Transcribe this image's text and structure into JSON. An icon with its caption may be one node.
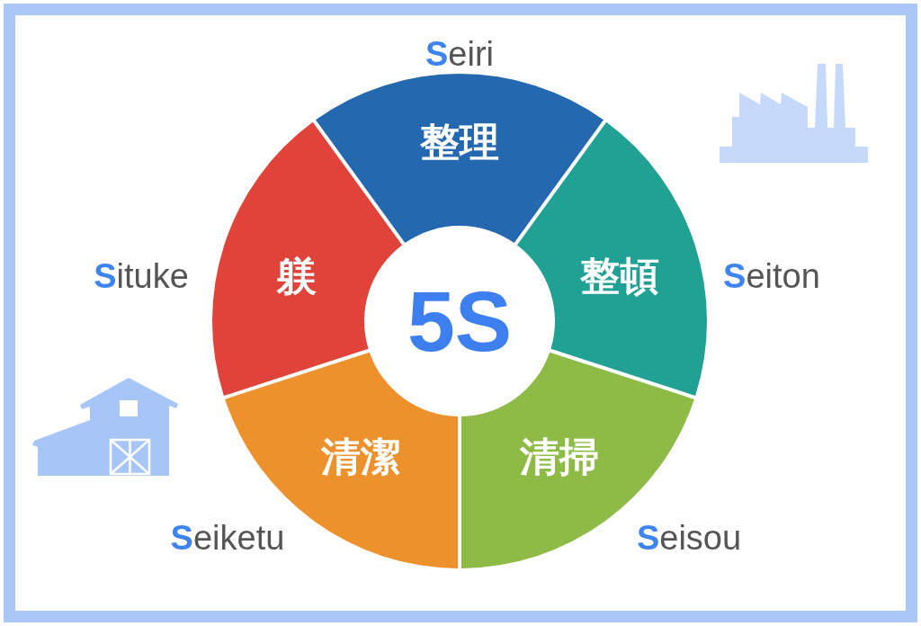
{
  "diagram": {
    "nodes": [
      {
        "text": [
          "整理"
        ],
        "beside": [
          "**S**eiri"
        ]
      },
      {
        "text": [
          "整頓"
        ],
        "beside": [
          "**S**eiton"
        ]
      },
      {
        "text": [
          "清掃"
        ],
        "beside": [
          "**S**eisou"
        ]
      },
      {
        "text": [
          "清潔"
        ],
        "beside": [
          "**S**eiketu"
        ]
      },
      {
        "text": [
          "躾"
        ],
        "beside": [
          "**S**ituke"
        ]
      },
      {
        "text": [
          "5S"
        ]
      }
    ]
  }
}
